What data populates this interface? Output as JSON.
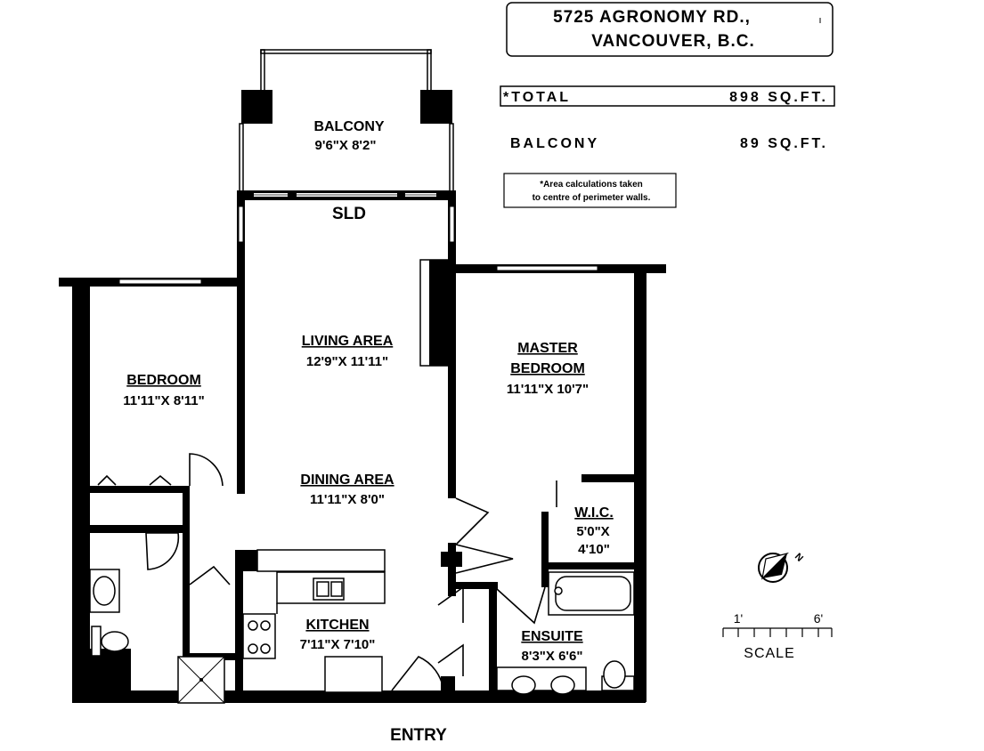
{
  "header": {
    "address_line1": "5725 AGRONOMY RD.,",
    "address_line2": "VANCOUVER, B.C."
  },
  "areas": {
    "total_label": "*TOTAL",
    "total_value": "898 SQ.FT.",
    "balcony_label": "BALCONY",
    "balcony_value": "89 SQ.FT.",
    "note_line1": "*Area calculations taken",
    "note_line2": "to centre of perimeter walls."
  },
  "rooms": {
    "balcony": {
      "name": "BALCONY",
      "dim": "9'6\"X 8'2\""
    },
    "sld": "SLD",
    "living": {
      "name": "LIVING AREA",
      "dim": "12'9\"X 11'11\""
    },
    "dining": {
      "name": "DINING AREA",
      "dim": "11'11\"X 8'0\""
    },
    "bedroom": {
      "name": "BEDROOM",
      "dim": "11'11\"X 8'11\""
    },
    "master": {
      "name1": "MASTER",
      "name2": "BEDROOM",
      "dim": "11'11\"X 10'7\""
    },
    "wic": {
      "name": "W.I.C.",
      "dim1": "5'0\"X",
      "dim2": "4'10\""
    },
    "kitchen": {
      "name": "KITCHEN",
      "dim": "7'11\"X 7'10\""
    },
    "ensuite": {
      "name": "ENSUITE",
      "dim": "8'3\"X 6'6\""
    },
    "entry": "ENTRY"
  },
  "legend": {
    "north": "N",
    "scale_min": "1'",
    "scale_max": "6'",
    "scale_label": "SCALE"
  }
}
